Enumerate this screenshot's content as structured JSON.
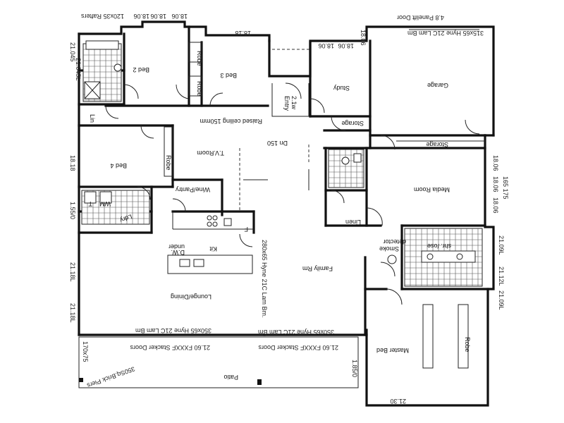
{
  "rooms": {
    "bed2": "Bed 2",
    "bed3": "Bed 3",
    "bed4": "Bed 4",
    "robe1": "Robe",
    "robe2": "Robe",
    "robe3": "Robe",
    "robe4": "Robe",
    "lin": "Lin",
    "tv_room": "T.V.Room",
    "wine_pantry": "Wine/Pantry",
    "ldry": "Ldry",
    "kit": "Kit",
    "dw": "D.W.",
    "under": "under",
    "lounge": "Lounge/Dining",
    "patio": "Patio",
    "entry": "Entry",
    "entry_size": "2.1w",
    "dn": "Dn 150",
    "raised": "Raised ceiling 150mm",
    "study": "Study",
    "storage1": "Storage",
    "storage2": "Storage",
    "garage": "Garage",
    "media": "Media Room",
    "linen": "Linen",
    "smoke1": "Smoke",
    "smoke2": "detector",
    "shr": "shr. /ose",
    "family": "Family Rm",
    "master": "Master Bed"
  },
  "fixtures": {
    "wm": "WM",
    "t": "T",
    "f": "F"
  },
  "dims": {
    "d_top1": "120x35 Rafters",
    "d_top2": "18.06",
    "d_top3": "18.06",
    "d_top4": "18.06",
    "d_top5": "18.18",
    "d_top6": "18.06",
    "d_top7": "18.06",
    "d_top8": "18.06",
    "d_garage1": "4.8 Panelift Door",
    "d_garage2": "315x65 Hyne 21C Lam Bm",
    "d_left1": "21.045",
    "d_left2": "21.045L",
    "d_left3": "18.18",
    "d_left4": "1.55/0",
    "d_left5": "21.18L",
    "d_left6": "21.18L",
    "d_left7": "170x75",
    "d_right1": "18.06",
    "d_right2": "18.06",
    "d_right3": "18.06",
    "d_right4": "165 175",
    "d_right5": "21.09L",
    "d_right6": "21.12L",
    "d_right7": "21.09L",
    "d_beam_v": "280x65 Hyne 21C Lam Bm.",
    "d_beam1": "350x65 Hyne 21C Lam Bm",
    "d_beam2": "350x65 Hyne 21C Lam Bm",
    "d_stacker1": "21.60 FXXXF Stacker Doors",
    "d_stacker2": "21.60 FXXXF Stacker Doors",
    "d_piers": "350Sq.Brick Piers",
    "d_185": "1.85/0",
    "d_bottom": "21.30"
  }
}
